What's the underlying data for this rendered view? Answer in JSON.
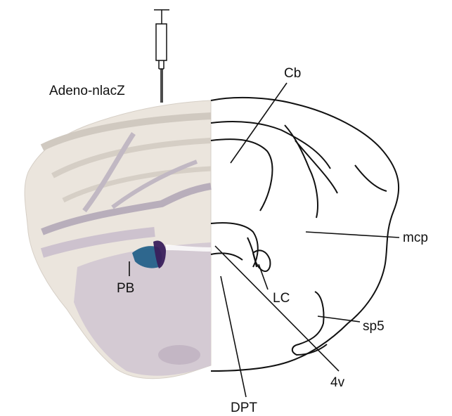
{
  "injection_label": "Adeno-nlacZ",
  "labels": {
    "cb": "Cb",
    "mcp": "mcp",
    "lc": "LC",
    "pb": "PB",
    "sp5": "sp5",
    "v4": "4v",
    "dpt": "DPT"
  },
  "colors": {
    "tissue": "#ece6df",
    "tissue_dark": "#cfc6cf",
    "whitematter": "#d9cfd9",
    "stain": "#1c5c86",
    "stain_dark": "#3a1f5c",
    "outline": "#111111"
  }
}
